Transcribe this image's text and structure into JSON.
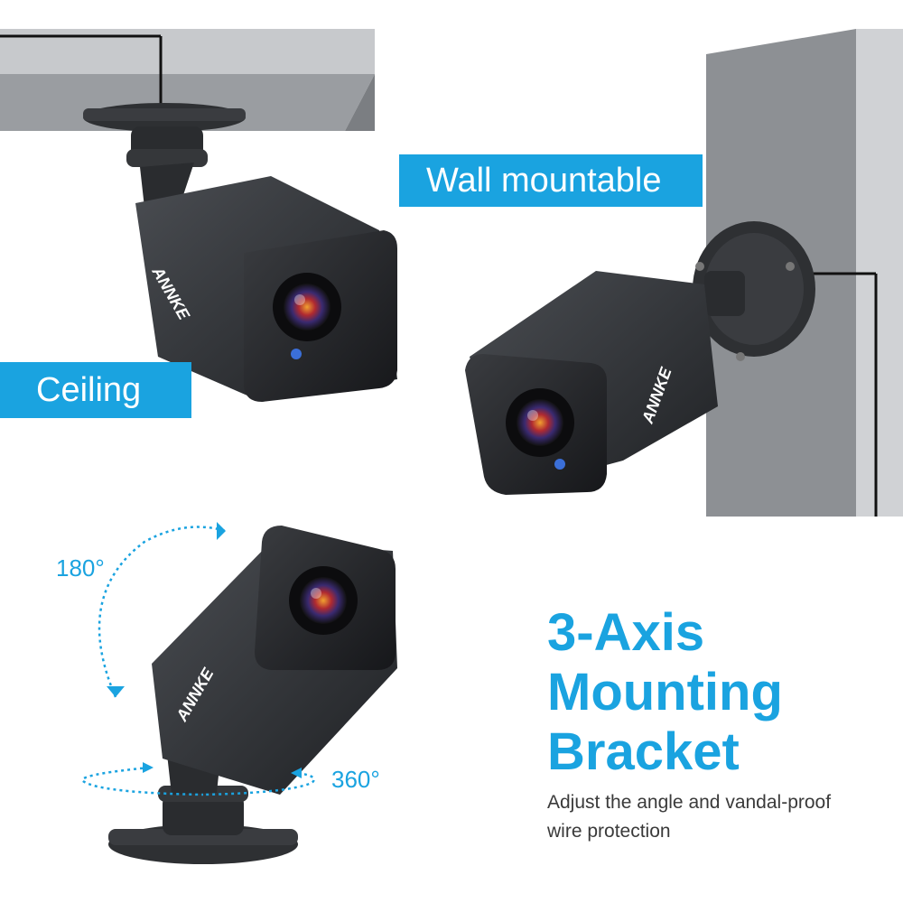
{
  "labels": {
    "ceiling": "Ceiling",
    "wall": "Wall mountable"
  },
  "rotation": {
    "vertical": "180°",
    "horizontal": "360°"
  },
  "headline": {
    "line1": "3-Axis",
    "line2": "Mounting",
    "line3": "Bracket"
  },
  "description": {
    "line1": "Adjust the angle and vandal-proof",
    "line2": "wire protection"
  },
  "brand": "ANNKE",
  "colors": {
    "accent": "#1aa3e0",
    "camera_body": "#2b2d30",
    "mount_surface": "#8d9094"
  }
}
